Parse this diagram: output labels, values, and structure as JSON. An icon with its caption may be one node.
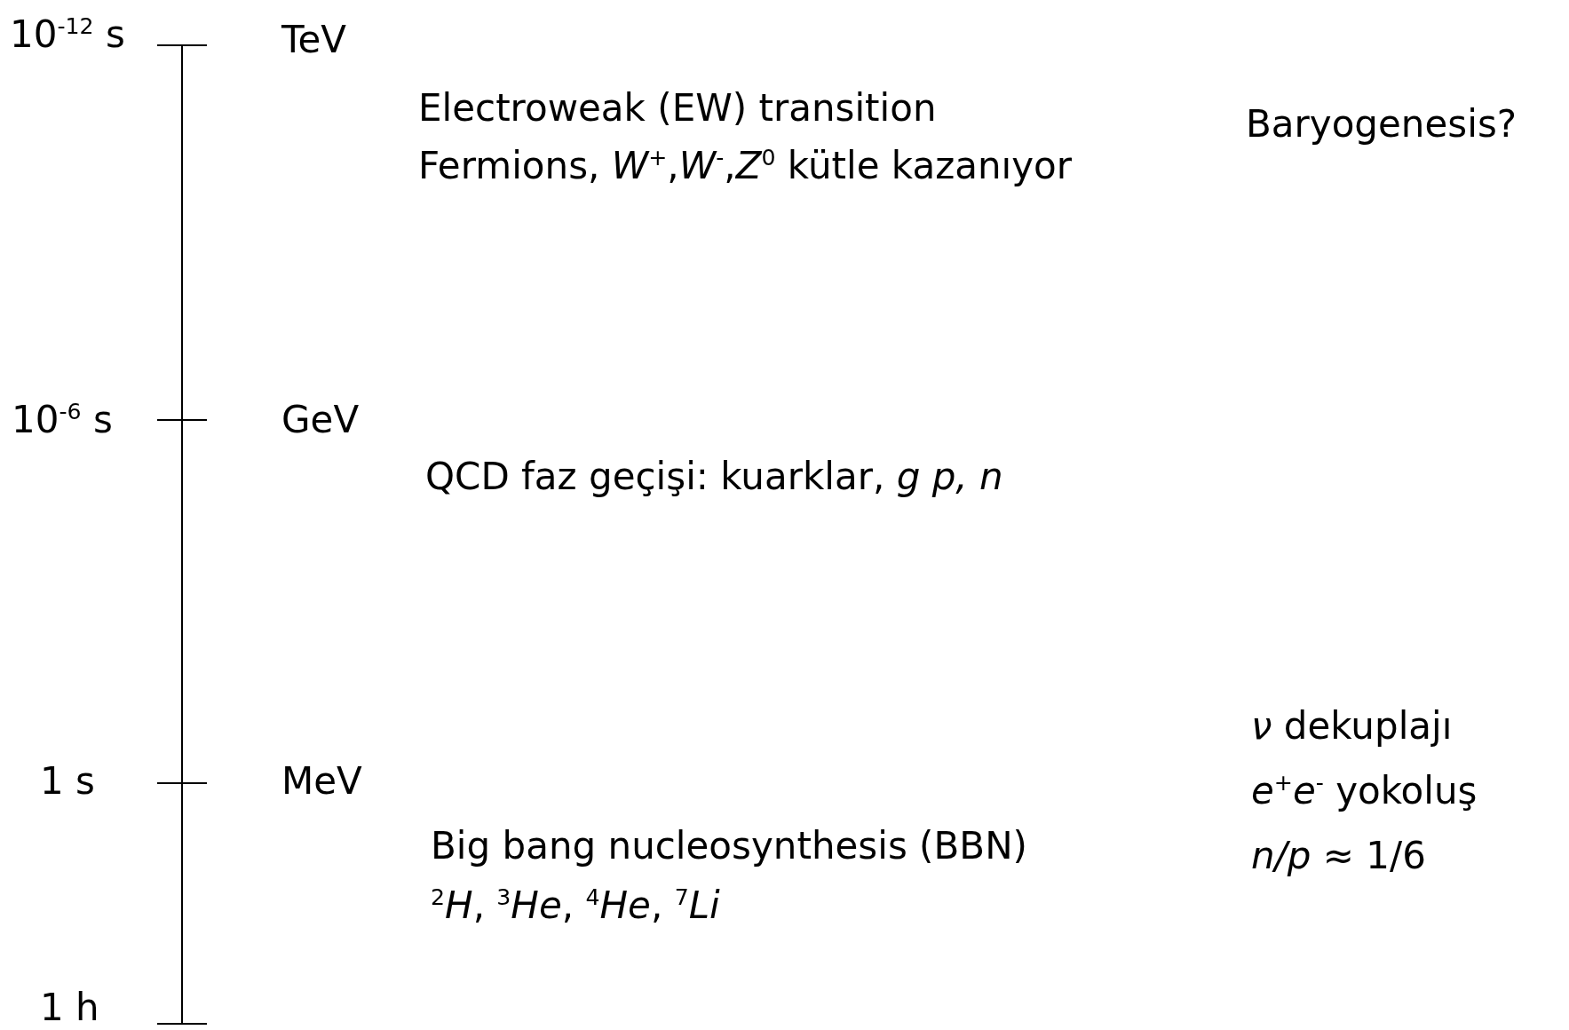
{
  "diagram": {
    "labels": [
      "10$^{-12}$ s",
      "TeV",
      "Electroweak (EW) transition",
      "Fermions, *W*$^{+}$,*W*$^{-}$,*Z*$^{0}$ kütle kazanıyor",
      "Baryogenesis?",
      "10$^{-6}$ s",
      "GeV",
      "QCD faz geçişi: kuarklar, *g* *p, n*",
      "*ν* dekuplajı",
      "1 s",
      "MeV",
      "*e*$^{+}$*e*$^{-}$ yokoluş",
      "Big bang nucleosynthesis (BBN)",
      "*n/p* ≈ 1/6",
      "$^{2}$*H*, $^{3}$*He*, $^{4}$*He*, $^{7}$*Li*",
      "1 h"
    ]
  }
}
